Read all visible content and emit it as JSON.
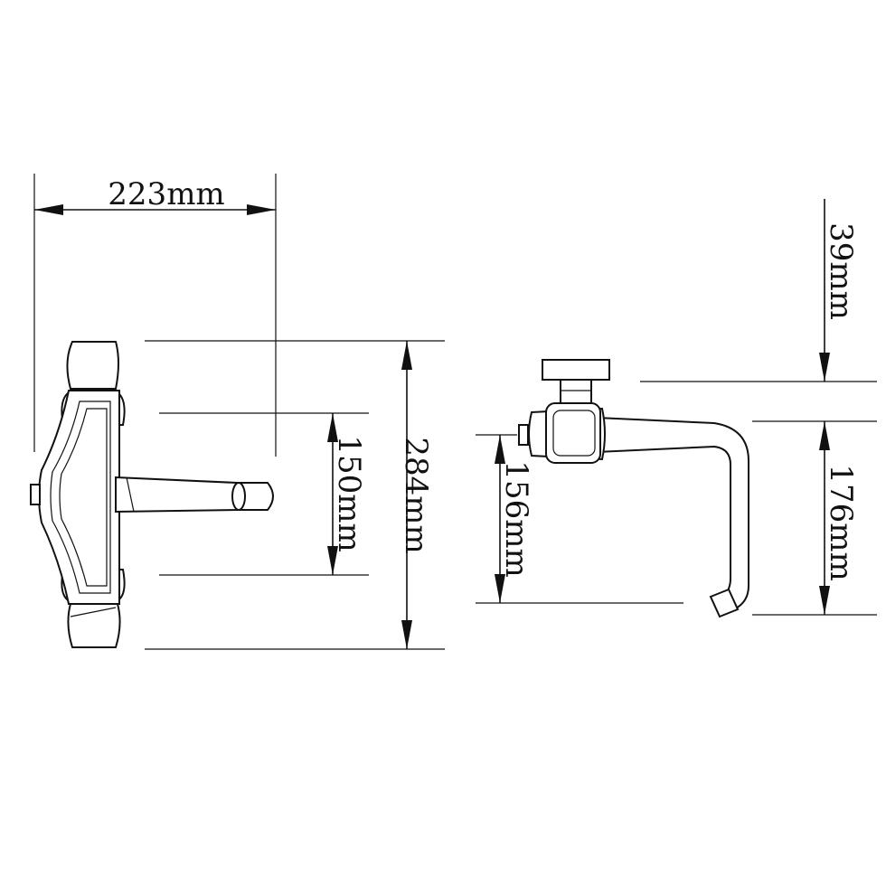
{
  "dimensions": {
    "width_223": "223mm",
    "height_284": "284mm",
    "height_150": "150mm",
    "height_39": "39mm",
    "height_176": "176mm",
    "height_156": "156mm"
  }
}
